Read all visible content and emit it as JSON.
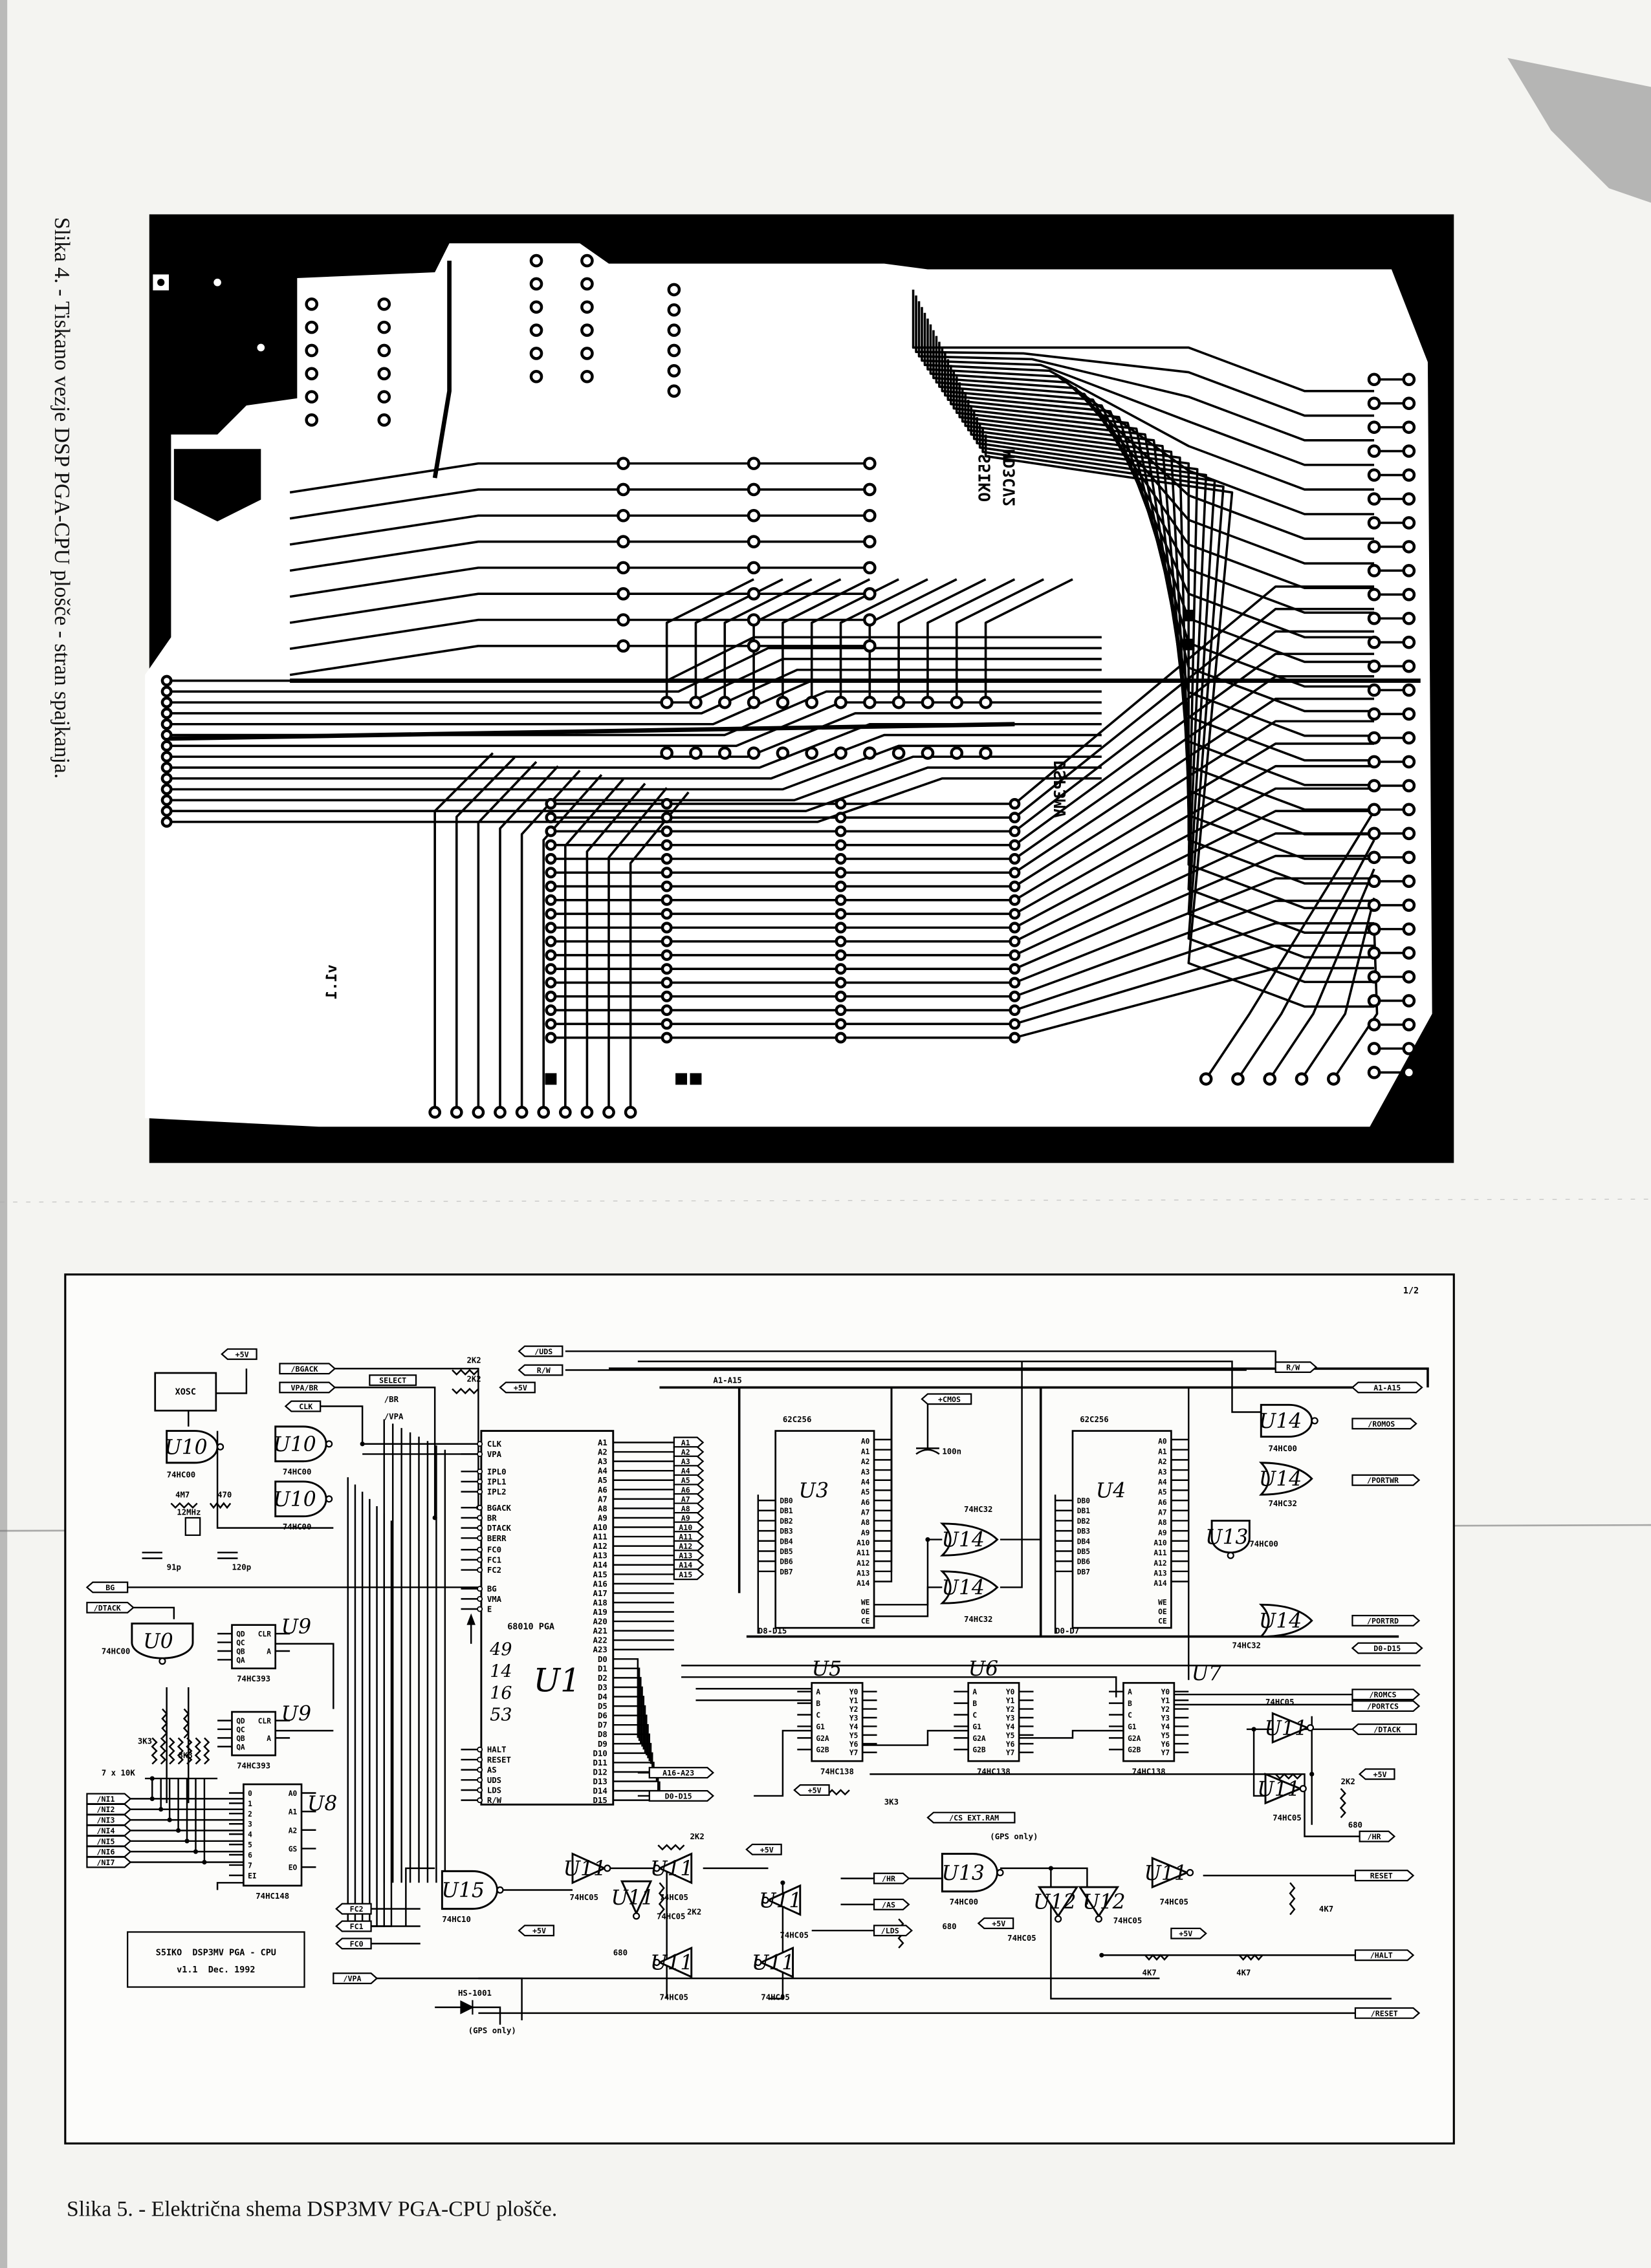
{
  "captions": {
    "fig4": "Slika 4. - Tiskano vezje DSP PGA-CPU plošče - stran spajkanja.",
    "fig5": "Slika 5. - Električna shema DSP3MV PGA-CPU plošče."
  },
  "pcb": {
    "markings": [
      "S5IKO",
      "MD3CV2",
      "DSP3MV",
      "v1.1"
    ]
  },
  "schematic": {
    "sheet": "1/2",
    "title_block": {
      "line1": "S5IKO  DSP3MV PGA - CPU",
      "line2": "v1.1  Dec. 1992"
    },
    "bus_labels": [
      "A1-A15",
      "D8-D15",
      "D0-D7"
    ],
    "cpu": {
      "ref": "U1",
      "part": "68010 PGA",
      "left_pins": [
        "CLK",
        "VPA",
        "IPL0",
        "IPL1",
        "IPL2",
        "BGACK",
        "BR",
        "DTACK",
        "BERR",
        "FC0",
        "FC1",
        "FC2",
        "BG",
        "VMA",
        "E",
        "HALT",
        "RESET",
        "AS",
        "UDS",
        "LDS",
        "R/W"
      ],
      "right_pins": [
        "A1",
        "A2",
        "A3",
        "A4",
        "A5",
        "A6",
        "A7",
        "A8",
        "A9",
        "A10",
        "A11",
        "A12",
        "A13",
        "A14",
        "A15",
        "A16",
        "A17",
        "A18",
        "A19",
        "A20",
        "A21",
        "A22",
        "A23",
        "D0",
        "D1",
        "D2",
        "D3",
        "D4",
        "D5",
        "D6",
        "D7",
        "D8",
        "D9",
        "D10",
        "D11",
        "D12",
        "D13",
        "D14",
        "D15"
      ],
      "handwritten": [
        "49",
        "14",
        "16",
        "53"
      ]
    },
    "chips": [
      {
        "ref": "U3",
        "part": "62C256",
        "pins": [
          "A0",
          "A1",
          "A2",
          "A3",
          "A4",
          "A5",
          "A6",
          "A7",
          "A8",
          "A9",
          "A10",
          "A11",
          "A12",
          "A13",
          "A14"
        ],
        "data": [
          "DB0",
          "DB1",
          "DB2",
          "DB3",
          "DB4",
          "DB5",
          "DB6",
          "DB7"
        ],
        "ctrl": [
          "WE",
          "OE",
          "CE"
        ]
      },
      {
        "ref": "U4",
        "part": "62C256",
        "pins": [
          "A0",
          "A1",
          "A2",
          "A3",
          "A4",
          "A5",
          "A6",
          "A7",
          "A8",
          "A9",
          "A10",
          "A11",
          "A12",
          "A13",
          "A14"
        ],
        "data": [
          "DB0",
          "DB1",
          "DB2",
          "DB3",
          "DB4",
          "DB5",
          "DB6",
          "DB7"
        ],
        "ctrl": [
          "WE",
          "OE",
          "CE"
        ]
      },
      {
        "ref": "U5",
        "part": "74HC138",
        "in": [
          "A",
          "B",
          "C",
          "G1",
          "G2A",
          "G2B"
        ],
        "out": [
          "Y0",
          "Y1",
          "Y2",
          "Y3",
          "Y4",
          "Y5",
          "Y6",
          "Y7"
        ]
      },
      {
        "ref": "U6",
        "part": "74HC138",
        "in": [
          "A",
          "B",
          "C",
          "G1",
          "G2A",
          "G2B"
        ],
        "out": [
          "Y0",
          "Y1",
          "Y2",
          "Y3",
          "Y4",
          "Y5",
          "Y6",
          "Y7"
        ]
      },
      {
        "ref": "U7",
        "part": "74HC138",
        "in": [
          "A",
          "B",
          "C",
          "G1",
          "G2A",
          "G2B"
        ],
        "out": [
          "Y0",
          "Y1",
          "Y2",
          "Y3",
          "Y4",
          "Y5",
          "Y6",
          "Y7"
        ]
      },
      {
        "ref": "U8",
        "part": "74HC148",
        "in": [
          "0",
          "1",
          "2",
          "3",
          "4",
          "5",
          "6",
          "7",
          "EI"
        ],
        "out": [
          "A0",
          "A1",
          "A2",
          "GS",
          "EO"
        ]
      },
      {
        "ref": "U9",
        "part": "74HC393",
        "in": [
          "QD",
          "QC",
          "QB",
          "QA"
        ],
        "out": [
          "CLR",
          "A"
        ]
      },
      {
        "ref": "U9",
        "part": "74HC393",
        "in": [
          "QD",
          "QC",
          "QB",
          "QA"
        ],
        "out": [
          "CLR",
          "A"
        ]
      },
      {
        "ref": "",
        "part": "XOSC",
        "in": [],
        "out": []
      }
    ],
    "gates": [
      {
        "ref": "U10",
        "part": "74HC00"
      },
      {
        "ref": "U10",
        "part": "74HC00"
      },
      {
        "ref": "U10",
        "part": "74HC00"
      },
      {
        "ref": "U14",
        "part": "74HC00"
      },
      {
        "ref": "U14",
        "part": "74HC32"
      },
      {
        "ref": "U13",
        "part": "74HC00"
      },
      {
        "ref": "U14",
        "part": "74HC32"
      },
      {
        "ref": "U14",
        "part": "74HC32"
      },
      {
        "ref": "U14",
        "part": "74HC32"
      },
      {
        "ref": "U0",
        "part": "74HC00"
      },
      {
        "ref": "U15",
        "part": "74HC10"
      },
      {
        "ref": "U13",
        "part": "74HC00"
      },
      {
        "ref": "U11",
        "part": "74HC05"
      },
      {
        "ref": "U11",
        "part": "74HC05"
      },
      {
        "ref": "U11",
        "part": "74HC05"
      },
      {
        "ref": "U11",
        "part": "74HC05"
      },
      {
        "ref": "U11",
        "part": "74HC05"
      },
      {
        "ref": "U11",
        "part": "74HC05"
      },
      {
        "ref": "U12",
        "part": "74HC05"
      },
      {
        "ref": "U12",
        "part": "74HC05"
      },
      {
        "ref": "U11",
        "part": "74HC05"
      },
      {
        "ref": "U11",
        "part": "74HC05"
      },
      {
        "ref": "U11",
        "part": "74HC05"
      }
    ],
    "passives": [
      "2K2",
      "2K2",
      "4M7",
      "470",
      "12MHz",
      "91p",
      "120p",
      "3K3",
      "3K3",
      "7 x 10K",
      "100n",
      "3K3",
      "2K2",
      "2K2",
      "680",
      "680",
      "2K2",
      "680",
      "4K7",
      "4K7",
      "4K7",
      "HS-1001",
      "(GPS only)",
      "(GPS only)",
      "/BR",
      "/VPA"
    ],
    "flags": [
      "+5V",
      "/BGACK",
      "VPA/BR",
      "CLK",
      "SELECT",
      "+5V",
      "/UDS",
      "R/W",
      "BG",
      "/DTACK",
      "/NI1",
      "/NI2",
      "/NI3",
      "/NI4",
      "/NI5",
      "/NI6",
      "/NI7",
      "FC2",
      "FC1",
      "FC0",
      "/VPA",
      "A16-A23",
      "D0-D15",
      "+5V",
      "/CS EXT.RAM",
      "+5V",
      "/HR",
      "/AS",
      "/LDS",
      "+5V",
      "+5V",
      "+CMOS",
      "R/W",
      "A1-A15",
      "/ROMOS",
      "/PORTWR",
      "/PORTRD",
      "D0-D15",
      "/ROMCS",
      "/PORTCS",
      "/DTACK",
      "+5V",
      "/HR",
      "RESET",
      "+5V",
      "/HALT",
      "/RESET"
    ],
    "address_flags": [
      "A1",
      "A2",
      "A3",
      "A4",
      "A5",
      "A6",
      "A7",
      "A8",
      "A9",
      "A10",
      "A11",
      "A12",
      "A13",
      "A14",
      "A15"
    ]
  }
}
